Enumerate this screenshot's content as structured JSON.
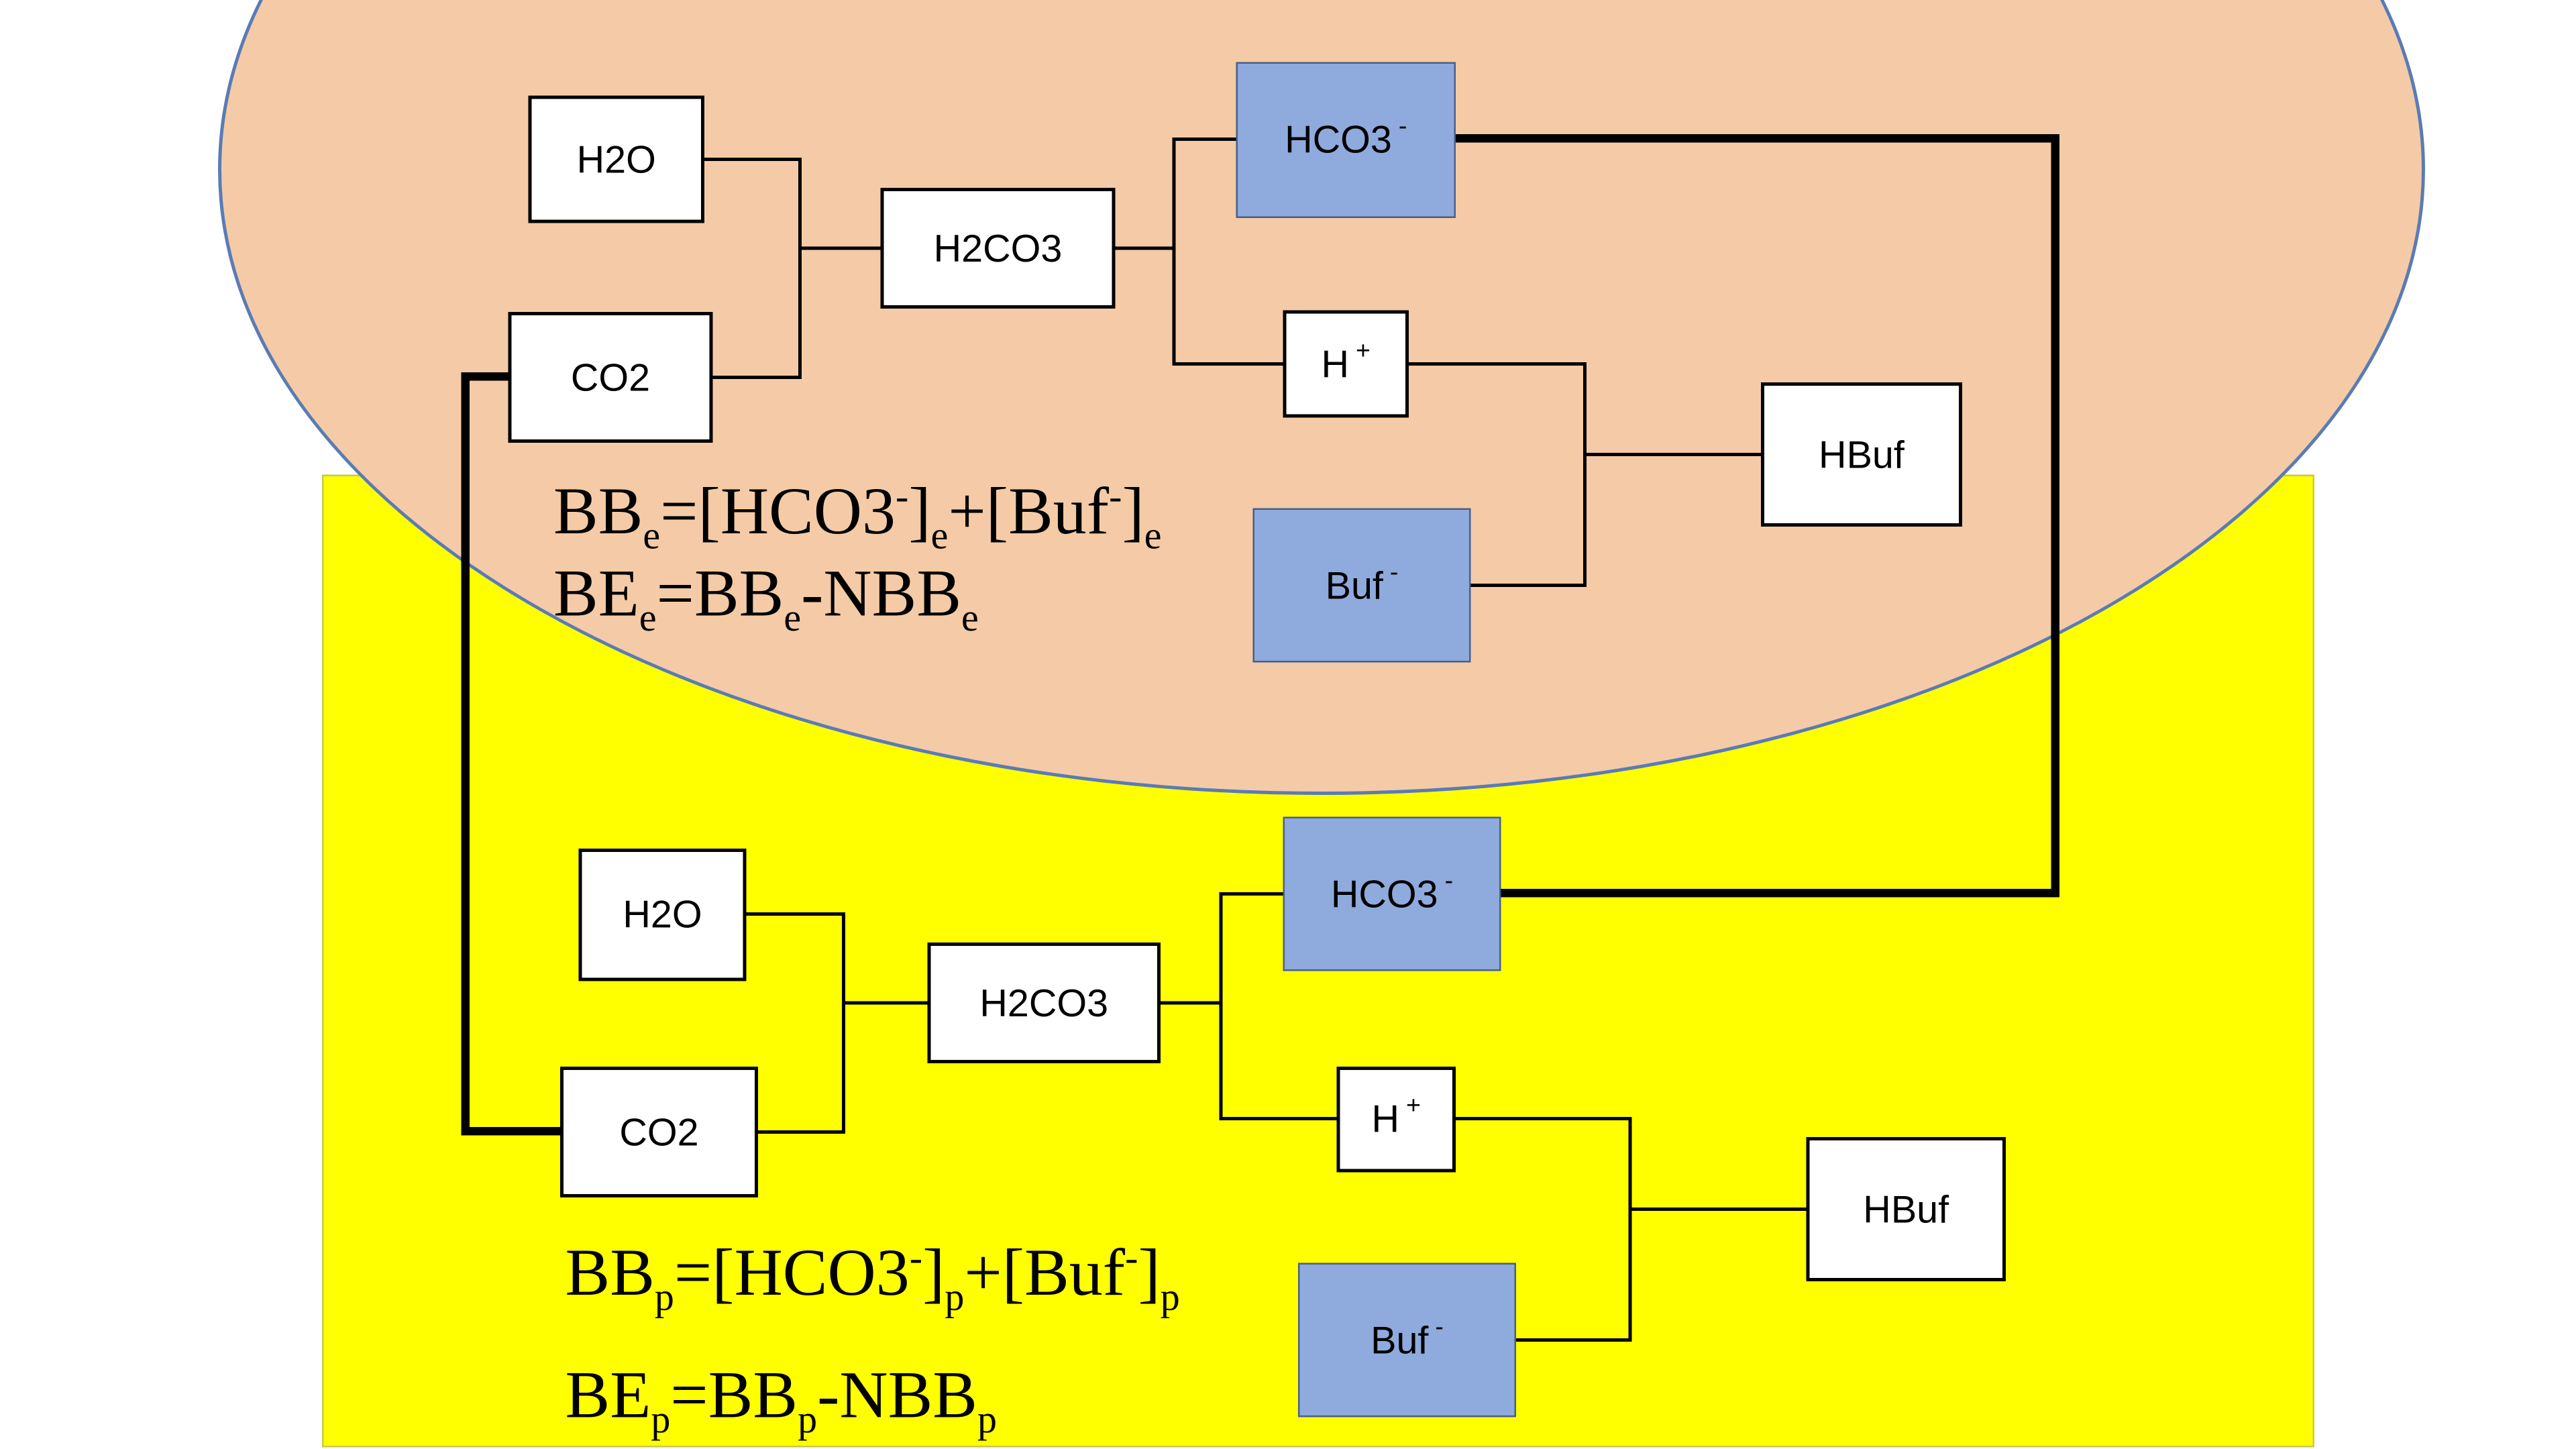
{
  "erythrocyte": {
    "boxes": {
      "h2o": "H2O",
      "co2": "CO2",
      "h2co3": "H2CO3",
      "hco3": "HCO3",
      "hco3_charge": "-",
      "h": "H",
      "h_charge": "+",
      "buf": "Buf",
      "buf_charge": "-",
      "hbuf": "HBuf"
    },
    "formula_bb": {
      "t1": "BB",
      "s1": "e",
      "t2": "=[HCO3",
      "p1": "-",
      "t3": "]",
      "s2": "e",
      "t4": "+[Buf",
      "p2": "-",
      "t5": "]",
      "s3": "e"
    },
    "formula_be": {
      "t1": "BE",
      "s1": "e",
      "t2": "=BB",
      "s2": "e",
      "t3": "-NBB",
      "s3": "e"
    }
  },
  "plasma": {
    "boxes": {
      "h2o": "H2O",
      "co2": "CO2",
      "h2co3": "H2CO3",
      "hco3": "HCO3",
      "hco3_charge": "-",
      "h": "H",
      "h_charge": "+",
      "buf": "Buf",
      "buf_charge": "-",
      "hbuf": "HBuf"
    },
    "formula_bb": {
      "t1": "BB",
      "s1": "p",
      "t2": "=[HCO3",
      "p1": "-",
      "t3": "]",
      "s2": "p",
      "t4": "+[Buf",
      "p2": "-",
      "t5": "]",
      "s3": "p"
    },
    "formula_be": {
      "t1": "BE",
      "s1": "p",
      "t2": "=BB",
      "s2": "p",
      "t3": "-NBB",
      "s3": "p"
    }
  },
  "colors": {
    "ellipse_fill": "#f4cba6",
    "ellipse_border": "#5a7bb5",
    "plasma_fill": "#ffff00",
    "blue_box_fill": "#8faadc",
    "white_box_fill": "#ffffff",
    "line": "#000000"
  }
}
